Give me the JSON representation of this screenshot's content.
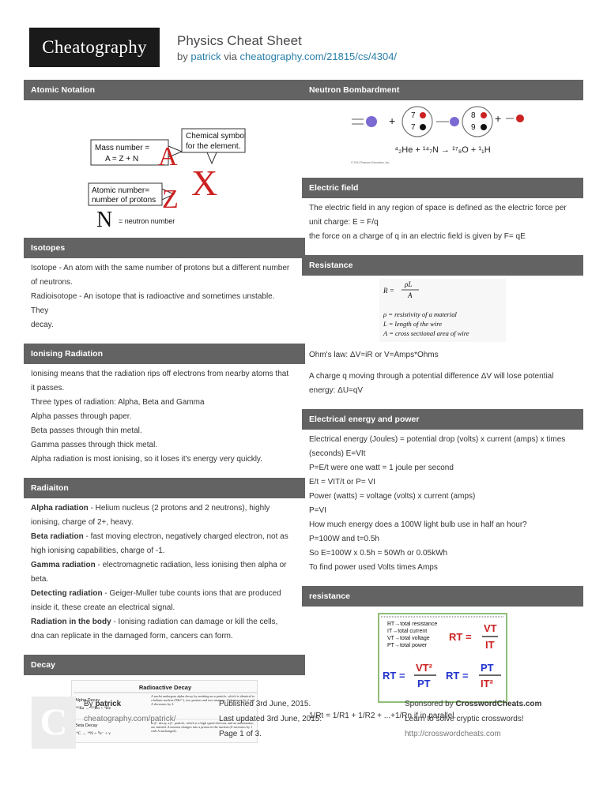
{
  "header": {
    "logo": "Cheatography",
    "title": "Physics Cheat Sheet",
    "by": "by",
    "author": "patrick",
    "via": "via",
    "url": "cheatography.com/21815/cs/4304/"
  },
  "left": {
    "atomic": {
      "title": "Atomic Notation",
      "mass_label": "Mass number =",
      "mass_eq": "A = Z + N",
      "chem_label1": "Chemical symbol",
      "chem_label2": "for the element.",
      "atomic_label1": "Atomic number=",
      "atomic_label2": "number of protons",
      "letter_a": "A",
      "letter_x": "X",
      "letter_z": "Z",
      "letter_n": "N",
      "neutron_label": "= neutron number"
    },
    "isotopes": {
      "title": "Isotopes",
      "lines": [
        "Isotope - An atom with the same number of protons but a different number",
        "of neutrons.",
        "Radioisotope - An isotope that is radioactive and sometimes unstable.",
        "They",
        "decay."
      ]
    },
    "ionising": {
      "title": "Ionising Radiation",
      "lines": [
        "Ionising means that the radiation rips off electrons from nearby atoms that",
        "it passes.",
        "Three types of radiation: Alpha, Beta and Gamma",
        "Alpha passes through paper.",
        "Beta passes through thin metal.",
        "Gamma passes through thick metal.",
        "Alpha radiation is most ionising, so it loses it's energy very quickly."
      ]
    },
    "radiation": {
      "title": "Radiaiton",
      "alpha_b": "Alpha radiation",
      "alpha_1": " - Helium nucleus (2 protons and 2 neutrons), highly",
      "alpha_2": "ionising, charge of 2+, heavy.",
      "beta_b": "Beta radiation",
      "beta_1": " - fast moving electron, negatively charged electron, not as",
      "beta_2": "high ionising capabilities, charge of -1.",
      "gamma_b": "Gamma radiation",
      "gamma_1": " - electromagnetic radiation, less ionising then alpha or",
      "gamma_2": "beta.",
      "detect_b": "Detecting radiation",
      "detect_1": " - Geiger-Muller tube counts ions that are produced",
      "detect_2": "inside it, these create an electrical signal.",
      "body_b": "Radiation in the body",
      "body_1": " - Ionising radiation can damage or kill the cells,",
      "body_2": "dna can replicate in the damaged form, cancers can form."
    },
    "decay": {
      "title": "Decay",
      "img_title": "Radioactive Decay",
      "alpha_label": "Alpha Decay",
      "alpha_eq": "²²⁶Ra → ²²²Rn + ⁴He",
      "beta_label": "Beta Decay",
      "beta_eq": "¹⁴C → ¹⁴N + ⁰e⁻ + ν",
      "alpha_desc": "A nuclei undergoes alpha decay by emitting an α particle, which is identical to a helium nucleus (⁴He²⁺), two protons and two neutrons. Z decreases by 2 and A decreases by 4.",
      "beta_desc": "In β⁻ decay, a β⁻ particle, which is a high speed electron, and an antineutrino are emitted. A neutron changes into a proton in the nucleus (Z increases by 1 with A unchanged)."
    }
  },
  "right": {
    "neutron": {
      "title": "Neutron Bombardment",
      "n7a": "7",
      "n7b": "7",
      "n8": "8",
      "n9": "9",
      "equation": "⁴₂He + ¹⁴₇N → ¹⁷₈O + ¹₁H",
      "caption": "© 2011 Pearson Education, Inc."
    },
    "efield": {
      "title": "Electric field",
      "lines": [
        "The electric field in any region of space is defined as the electric force per",
        "unit charge: E = F/q",
        "the force on a charge of q in an electric field is given by F= qE"
      ]
    },
    "resistance": {
      "title": "Resistance",
      "formula_r": "R =",
      "formula_num": "ρL",
      "formula_den": "A",
      "def1": "ρ  =  resistivity  of  a  material",
      "def2": "L  =  length  of  the  wire",
      "def3": "A  =  cross  sectional  area  of  wire",
      "ohm": "Ohm's law: ΔV=iR or V=Amps*Ohms",
      "charge1": "A charge q moving through a potential difference ΔV will lose potential",
      "charge2": "energy: ΔU=qV"
    },
    "energy": {
      "title": "Electrical energy and power",
      "lines": [
        "Electrical energy (Joules) = potential drop (volts) x current (amps) x times",
        "(seconds) E=VIt",
        "P=E/t were one watt = 1 joule per second",
        "E/t = VIT/t or P= VI",
        "Power (watts) = voltage (volts) x current (amps)",
        "P=VI",
        "How much energy does a 100W light bulb use in half an hour?",
        "P=100W and t=0.5h",
        "So E=100W x 0.5h = 50Wh or 0.05kWh",
        "To find power used Volts times Amps"
      ]
    },
    "resistance2": {
      "title": "resistance",
      "leg1": "RT→total resistance",
      "leg2": "IT→total current",
      "leg3": "VT→total voltage",
      "leg4": "PT→total power",
      "f1_lhs": "RT =",
      "f1_num": "VT",
      "f1_den": "IT",
      "f2_lhs": "RT =",
      "f2_num": "VT²",
      "f2_den": "PT",
      "f3_lhs": "RT =",
      "f3_num": "PT",
      "f3_den": "IT²",
      "parallel": "1/Rt = 1/R1 + 1/R2 + ...+1/Rn if in parallel."
    }
  },
  "footer": {
    "c_logo": "C",
    "by": "By",
    "author": "patrick",
    "author_url": "cheatography.com/patrick/",
    "published": "Published 3rd June, 2015.",
    "updated": "Last updated 3rd June, 2015.",
    "page": "Page 1 of 3.",
    "sponsor_pre": "Sponsored by",
    "sponsor": "CrosswordCheats.com",
    "sponsor_tag": "Learn to solve cryptic crosswords!",
    "sponsor_url": "http://crosswordcheats.com"
  },
  "colors": {
    "section_header": "#636363",
    "link": "#2a7fa8",
    "red": "#cc2222",
    "blue": "#2233cc",
    "green_border": "#8fbf7a"
  }
}
